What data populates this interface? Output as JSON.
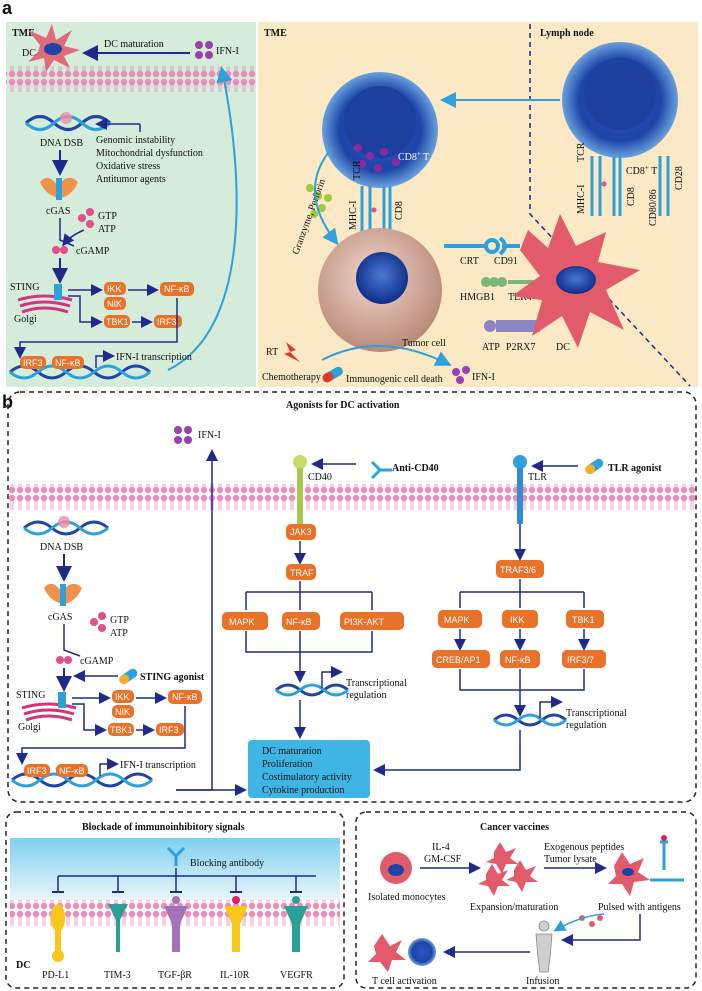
{
  "panel_labels": {
    "a": "a",
    "b": "b"
  },
  "panel_a": {
    "left": {
      "tme": "TME",
      "dc": "DC",
      "dc_maturation": "DC maturation",
      "ifn": "IFN-I",
      "dna_dsb": "DNA DSB",
      "causes": [
        "Genomic instability",
        "Mitochondrial dysfunction",
        "Oxidative stress",
        "Antitumor agents"
      ],
      "cgas": "cGAS",
      "gtp": "GTP",
      "atp": "ATP",
      "cgamp": "cGAMP",
      "sting": "STING",
      "golgi": "Golgi",
      "ikk": "IKK",
      "nik": "NIK",
      "nfkb": "NF-κB",
      "tbk1": "TBK1",
      "irf3": "IRF3",
      "irf3_b": "IRF3",
      "nfkb_b": "NF-κB",
      "ifn_transcription": "IFN-I transcription"
    },
    "right": {
      "tme": "TME",
      "lymph_node": "Lymph node",
      "cd8t_left": "CD8",
      "cd8t_left_sup": "+",
      "cd8t_left_t": " T",
      "cd8t_right": "CD8",
      "cd8t_right_sup": "+",
      "cd8t_right_t": " T",
      "granzyme": "Granzyme, Perforin",
      "mhc_left": "MHC-I",
      "tcr_left": "TCR",
      "cd8_left": "CD8",
      "mhc_right": "MHC-I",
      "tcr_right": "TCR",
      "cd8_right": "CD8",
      "cd80": "CD80/86",
      "cd28": "CD28",
      "crt": "CRT",
      "cd91": "CD91",
      "hmgb1": "HMGB1",
      "tlr4": "TLR4",
      "atp": "ATP",
      "p2rx7": "P2RX7",
      "dc": "DC",
      "tumor_cell": "Tumor cell",
      "rt": "RT",
      "chemo": "Chemotherapy",
      "icd": "Immunogenic cell death",
      "ifn": "IFN-I"
    }
  },
  "panel_b": {
    "title": "Agonists for DC  activation",
    "ifn": "IFN-I",
    "cd40": "CD40",
    "anti_cd40": "Anti-CD40",
    "tlr": "TLR",
    "tlr_agonist": "TLR agonist",
    "dna_dsb": "DNA DSB",
    "cgas": "cGAS",
    "gtp": "GTP",
    "atp": "ATP",
    "cgamp": "cGAMP",
    "sting_agonist": "STING agonist",
    "sting": "STING",
    "golgi": "Golgi",
    "ikk": "IKK",
    "nik": "NIK",
    "nfkb": "NF-κB",
    "tbk1": "TBK1",
    "irf3": "IRF3",
    "irf3_b": "IRF3",
    "nfkb_b": "NF-κB",
    "ifn_transcription": "IFN-I transcription",
    "jak3": "JAK3",
    "traf": "TRAF",
    "mapk": "MAPK",
    "nfkb_mid": "NF-κB",
    "pi3k": "PI3K-AKT",
    "transcriptional_mid": [
      "Transcriptional",
      "regulation"
    ],
    "traf36": "TRAF3/6",
    "mapk_r": "MAPK",
    "ikk_r": "IKK",
    "tbk1_r": "TBK1",
    "creb": "CREB/AP1",
    "nfkb_r": "NF-κB",
    "irf37": "IRF3/7",
    "transcriptional_r": [
      "Transcriptional",
      "regulation"
    ],
    "outcomes": [
      "DC maturation",
      "Proliferation",
      "Costimulatory activity",
      "Cytokine production"
    ]
  },
  "panel_c": {
    "title": "Blockade of immunoinhibitory signals",
    "blocking_antibody": "Blocking antibody",
    "dc": "DC",
    "receptors": [
      "PD-L1",
      "TIM-3",
      "TGF-βR",
      "IL-10R",
      "VEGFR"
    ]
  },
  "panel_d": {
    "title": "Cancer vaccines",
    "cytokines": [
      "IL-4",
      "GM-CSF"
    ],
    "peptides": [
      "Exogenous peptides",
      "Tumor lysate"
    ],
    "isolated": "Isolated monocytes",
    "expansion": "Expansion/maturation",
    "pulsed": "Pulsed with antigens",
    "tcell": "T cell activation",
    "infusion": "Infusion"
  }
}
